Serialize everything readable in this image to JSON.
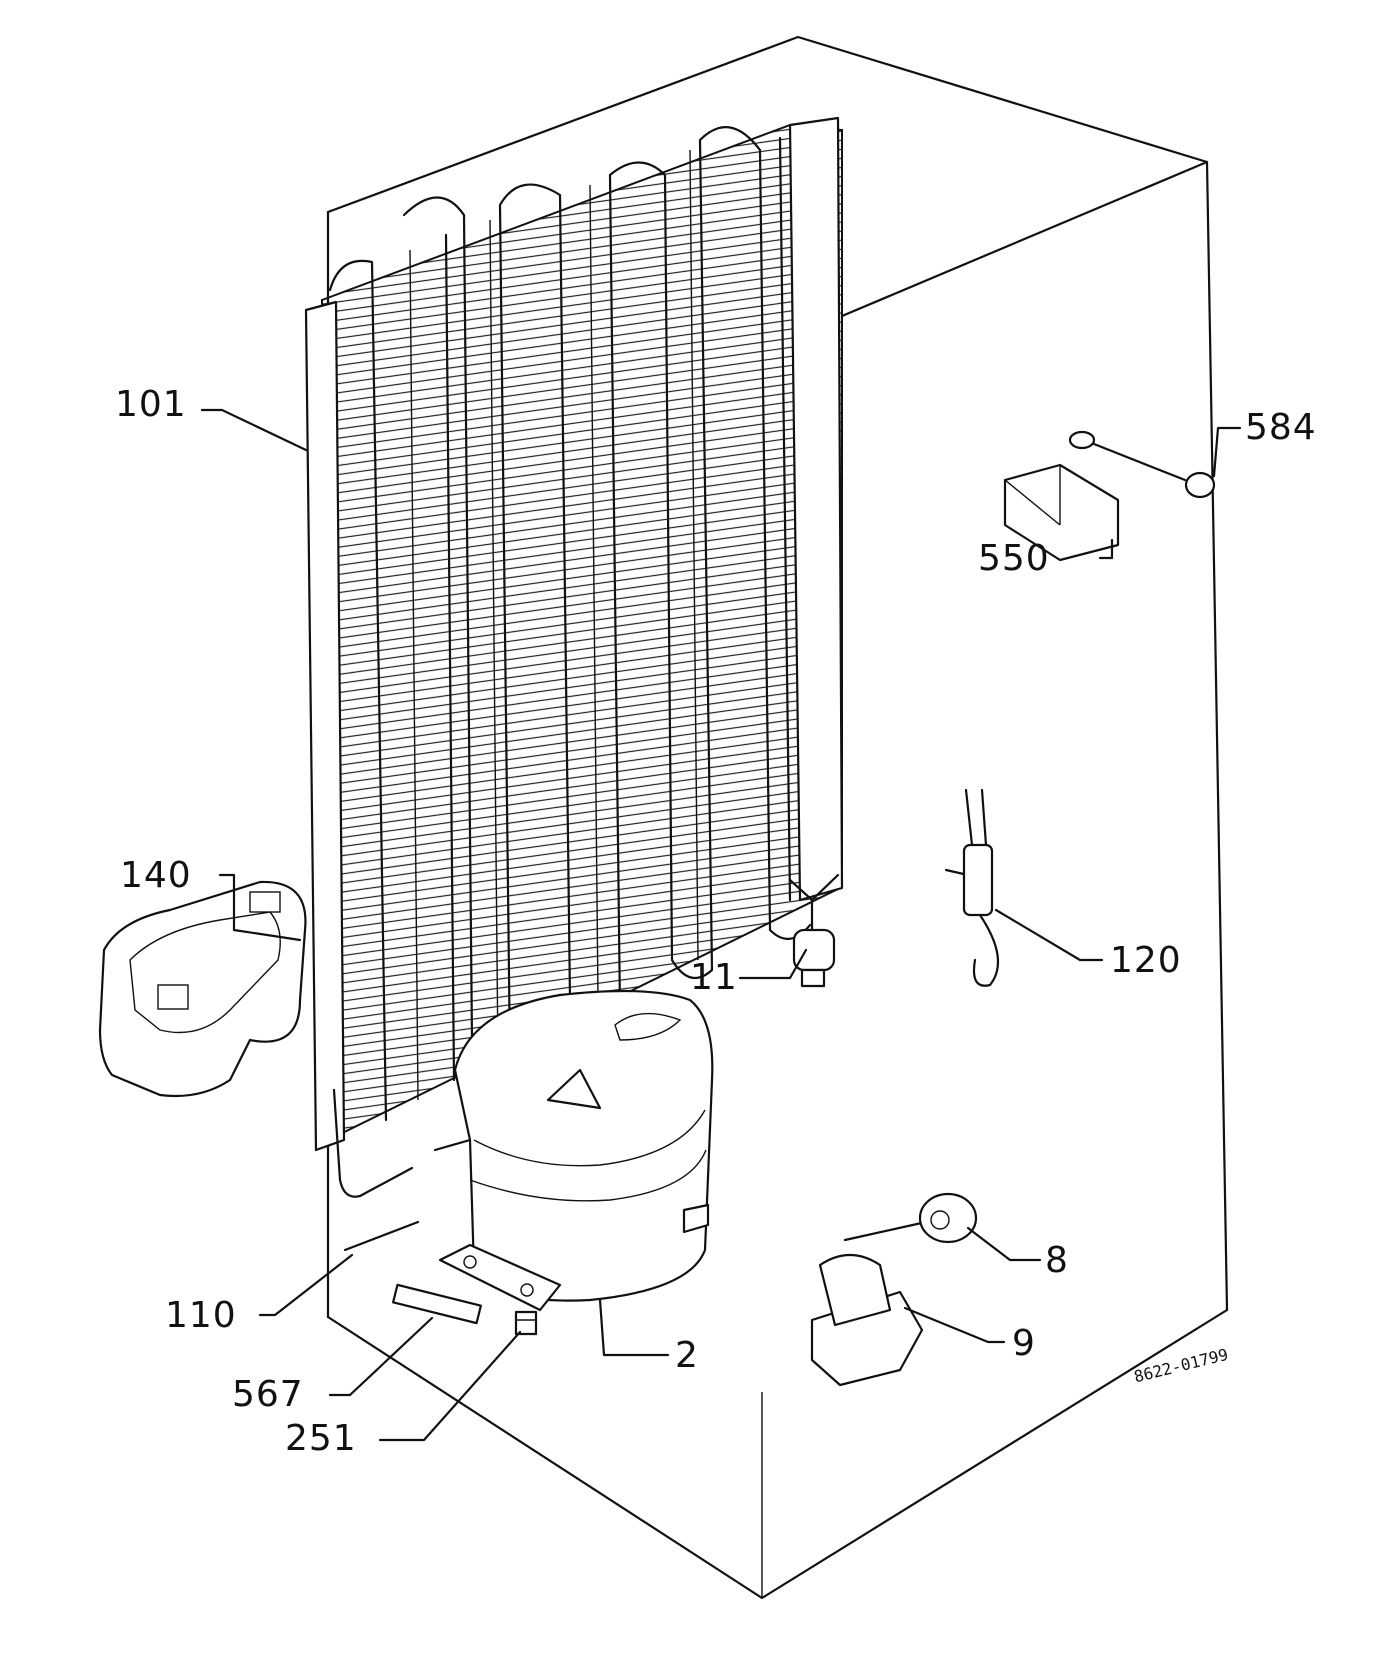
{
  "parts": [
    {
      "id": "p101",
      "label": "101"
    },
    {
      "id": "p584",
      "label": "584"
    },
    {
      "id": "p550",
      "label": "550"
    },
    {
      "id": "p140",
      "label": "140"
    },
    {
      "id": "p11",
      "label": "11"
    },
    {
      "id": "p120",
      "label": "120"
    },
    {
      "id": "p8",
      "label": "8"
    },
    {
      "id": "p9",
      "label": "9"
    },
    {
      "id": "p110",
      "label": "110"
    },
    {
      "id": "p2",
      "label": "2"
    },
    {
      "id": "p567",
      "label": "567"
    },
    {
      "id": "p251",
      "label": "251"
    }
  ],
  "drawing_number": "8622-01799"
}
